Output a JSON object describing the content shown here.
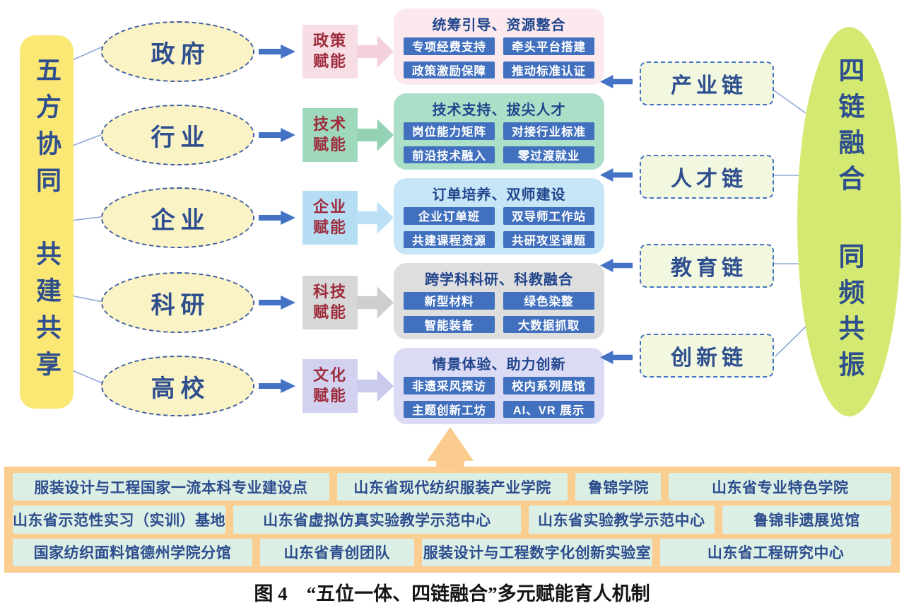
{
  "colors": {
    "accent_blue": "#4472C4",
    "dark_blue_text": "#2E4E8E",
    "empower_text": "#9E2B3B",
    "button_blue": "#4170BE",
    "left_banner_bg": "#FBE874",
    "ellipse_bg": "#FAF3C5",
    "chain_box_bg": "#F2F8E0",
    "right_ellipse_bg": "#D3E972",
    "foundation_bg": "#FACD91",
    "foundation_box_bg": "#DCEFE5",
    "up_arrow": "#F9CC8D",
    "connector_line": "#8FA8D8"
  },
  "left_banner": {
    "line1": "五方协同",
    "line2": "共建共享"
  },
  "actors": [
    {
      "label": "政府",
      "empower": "政策赋能",
      "theme": {
        "label_bg": "#F7DEE4",
        "panel_bg": "#FBE9EE",
        "arrow": "#F4D1DC"
      },
      "panel": {
        "title": "统筹引导、资源整合",
        "items": [
          "专项经费支持",
          "牵头平台搭建",
          "政策激励保障",
          "推动标准认证"
        ]
      }
    },
    {
      "label": "行业",
      "empower": "技术赋能",
      "theme": {
        "label_bg": "#9ED8BD",
        "panel_bg": "#ABDFC8",
        "arrow": "#93D2B4"
      },
      "panel": {
        "title": "技术支持、拔尖人才",
        "items": [
          "岗位能力矩阵",
          "对接行业标准",
          "前沿技术融入",
          "零过渡就业"
        ]
      }
    },
    {
      "label": "企业",
      "empower": "企业赋能",
      "theme": {
        "label_bg": "#B5DDF4",
        "panel_bg": "#C6E5F7",
        "arrow": "#BCE0F5"
      },
      "panel": {
        "title": "订单培养、双师建设",
        "items": [
          "企业订单班",
          "双导师工作站",
          "共建课程资源",
          "共研攻坚课题"
        ]
      }
    },
    {
      "label": "科研",
      "empower": "科技赋能",
      "theme": {
        "label_bg": "#D7D7D7",
        "panel_bg": "#DEDEDE",
        "arrow": "#CECECE"
      },
      "panel": {
        "title": "跨学科科研、科教融合",
        "items": [
          "新型材料",
          "绿色染整",
          "智能装备",
          "大数据抓取"
        ]
      }
    },
    {
      "label": "高校",
      "empower": "文化赋能",
      "theme": {
        "label_bg": "#D2D2F0",
        "panel_bg": "#DBDBF5",
        "arrow": "#CACAEC"
      },
      "panel": {
        "title": "情景体验、助力创新",
        "items": [
          "非遗采风探访",
          "校内系列展馆",
          "主题创新工坊",
          "AI、VR 展示"
        ]
      }
    }
  ],
  "chains": [
    {
      "label": "产业链"
    },
    {
      "label": "人才链"
    },
    {
      "label": "教育链"
    },
    {
      "label": "创新链"
    }
  ],
  "right_banner": {
    "line1": "四链融合",
    "line2": "同频共振"
  },
  "foundation": {
    "rows": [
      [
        "服装设计与工程国家一流本科专业建设点",
        "山东省现代纺织服装产业学院",
        "鲁锦学院",
        "山东省专业特色学院"
      ],
      [
        "山东省示范性实习（实训）基地",
        "山东省虚拟仿真实验教学示范中心",
        "山东省实验教学示范中心",
        "鲁锦非遗展览馆"
      ],
      [
        "国家纺织面料馆德州学院分馆",
        "山东省青创团队",
        "服装设计与工程数字化创新实验室",
        "山东省工程研究中心"
      ]
    ]
  },
  "caption": "图 4　“五位一体、四链融合”多元赋能育人机制"
}
